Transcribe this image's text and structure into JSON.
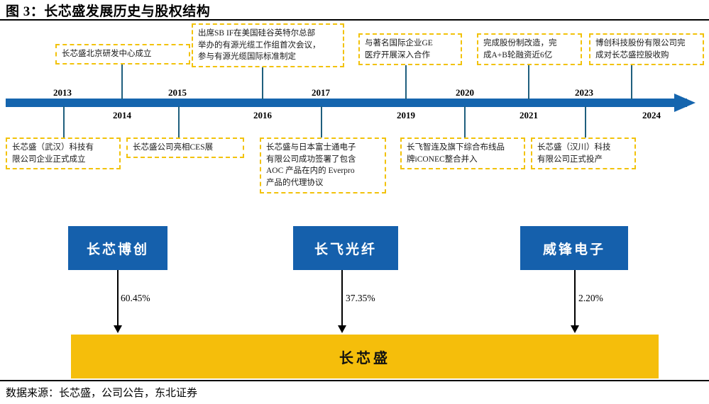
{
  "figure": {
    "title": "图 3：长芯盛发展历史与股权结构",
    "source_note": "数据来源：长芯盛，公司公告，东北证券"
  },
  "colors": {
    "timeline_blue": "#1565AE",
    "tick_blue": "#1F5F7E",
    "callout_border_yellow": "#F2C20A",
    "box_blue": "#1560AC",
    "target_yellow": "#F5BE0B",
    "text_black": "#000000"
  },
  "timeline": {
    "years_above": [
      "2013",
      "2015",
      "2017",
      "2020",
      "2023"
    ],
    "years_below": [
      "2014",
      "2016",
      "2019",
      "2021",
      "2024"
    ],
    "events_above": [
      {
        "year": "2014",
        "text": "长芯盛北京研发中心成立"
      },
      {
        "year": "2016",
        "text": "出席SB  IF在美国硅谷英特尔总部\n举办的有源光缆工作组首次会议，\n参与有源光缆国际标准制定"
      },
      {
        "year": "2019",
        "text": "与著名国际企业GE\n医疗开展深入合作"
      },
      {
        "year": "2021",
        "text": "完成股份制改造，完\n成A+B轮融资近6亿"
      },
      {
        "year": "2024",
        "text": "博创科技股份有限公司完\n成对长芯盛控股收购"
      }
    ],
    "events_below": [
      {
        "year": "2013",
        "text": "长芯盛（武汉）科技有\n限公司企业正式成立"
      },
      {
        "year": "2015",
        "text": "长芯盛公司亮相CES展"
      },
      {
        "year": "2017",
        "text": "长芯盛与日本富士通电子\n有限公司成功签署了包含\nAOC 产品在内的 Everpro\n产品的代理协议"
      },
      {
        "year": "2020",
        "text": "长飞智连及旗下综合布线品\n牌iCONEC整合并入"
      },
      {
        "year": "2023",
        "text": "长芯盛（汉川）科技\n有限公司正式投产"
      }
    ]
  },
  "structure": {
    "shareholders": [
      {
        "name": "长芯博创",
        "stake": "60.45%"
      },
      {
        "name": "长飞光纤",
        "stake": "37.35%"
      },
      {
        "name": "威锋电子",
        "stake": "2.20%"
      }
    ],
    "target": {
      "name": "长芯盛"
    }
  }
}
